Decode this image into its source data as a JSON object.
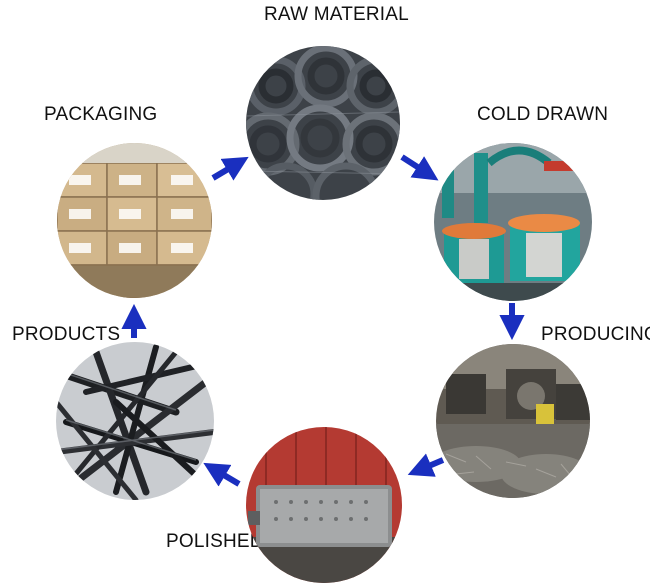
{
  "steps": [
    {
      "id": "raw",
      "label": "RAW MATERIAL",
      "image": "steel-wire-coils-photo"
    },
    {
      "id": "cold",
      "label": "COLD DRAWN",
      "image": "wire-drawing-machines-photo"
    },
    {
      "id": "producing",
      "label": "PRODUCING",
      "image": "nail-making-machines-photo"
    },
    {
      "id": "polished",
      "label": "POLISHED",
      "image": "polishing-drum-machine-photo"
    },
    {
      "id": "products",
      "label": "PRODUCTS",
      "image": "black-steel-nails-photo"
    },
    {
      "id": "packaging",
      "label": "PACKAGING",
      "image": "stacked-cartons-pallet-photo"
    }
  ],
  "arrow_color": "#1a2fbf",
  "arrow_icon": "arrow-icon"
}
